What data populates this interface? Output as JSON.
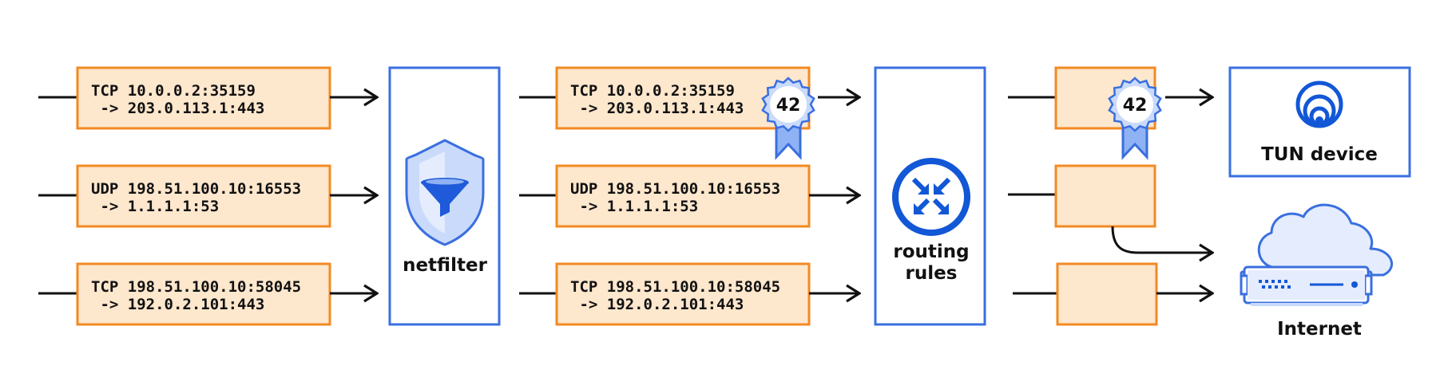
{
  "colors": {
    "packet_fill": "#fde7cd",
    "packet_stroke": "#f28a23",
    "blue": "#3a6fe0",
    "blue_dark": "#1257d6",
    "blue_light": "#c9dafb",
    "arrow": "#111111"
  },
  "input_packets": [
    {
      "line1": "TCP 10.0.0.2:35159",
      "line2": " -> 203.0.113.1:443"
    },
    {
      "line1": "UDP 198.51.100.10:16553",
      "line2": " -> 1.1.1.1:53"
    },
    {
      "line1": "TCP 198.51.100.10:58045",
      "line2": " -> 192.0.2.101:443"
    }
  ],
  "marked_packets": [
    {
      "line1": "TCP 10.0.0.2:35159",
      "line2": " -> 203.0.113.1:443",
      "mark": "42"
    },
    {
      "line1": "UDP 198.51.100.10:16553",
      "line2": " -> 1.1.1.1:53",
      "mark": ""
    },
    {
      "line1": "TCP 198.51.100.10:58045",
      "line2": " -> 192.0.2.101:443",
      "mark": ""
    }
  ],
  "routed_packets": [
    {
      "mark": "42",
      "destination": "TUN device"
    },
    {
      "mark": "",
      "destination": "Internet"
    },
    {
      "mark": "",
      "destination": "Internet"
    }
  ],
  "netfilter": {
    "label": "netfilter",
    "icon": "shield-funnel-icon"
  },
  "routing": {
    "label_line1": "routing",
    "label_line2": "rules",
    "icon": "routing-arrows-icon"
  },
  "tun": {
    "label": "TUN device",
    "icon": "tun-signal-icon"
  },
  "internet": {
    "label": "Internet",
    "icon": "cloud-server-icon"
  }
}
